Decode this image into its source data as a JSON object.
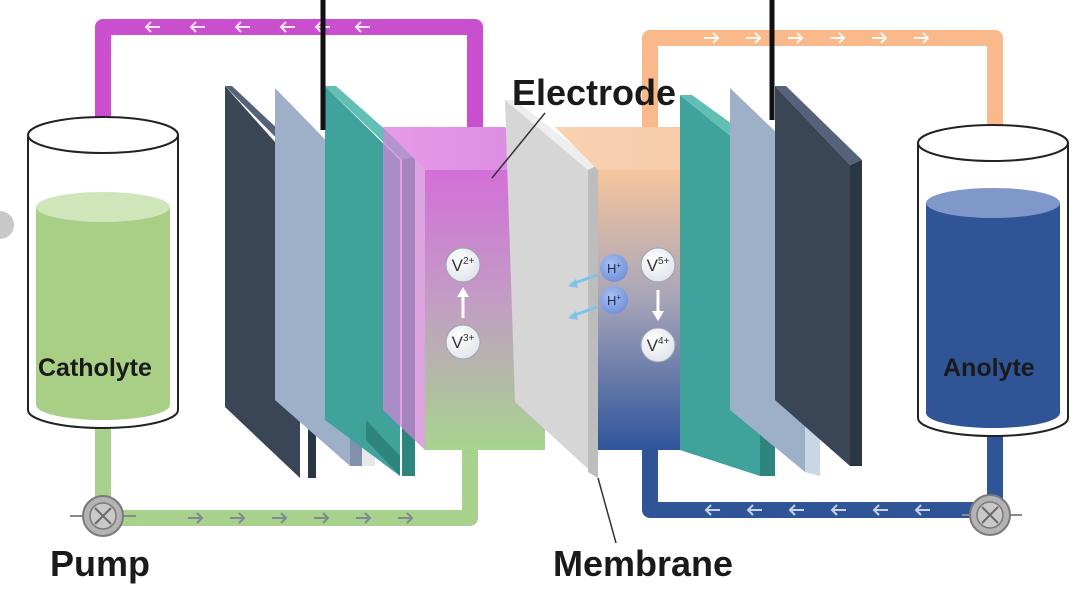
{
  "labels": {
    "electrode": "Electrode",
    "membrane": "Membrane",
    "pump": "Pump",
    "catholyte": "Catholyte",
    "anolyte": "Anolyte"
  },
  "ions": {
    "v2": {
      "base": "V",
      "charge": "2+"
    },
    "v3": {
      "base": "V",
      "charge": "3+"
    },
    "v5": {
      "base": "V",
      "charge": "5+"
    },
    "v4": {
      "base": "V",
      "charge": "4+"
    },
    "h_top": {
      "base": "H",
      "charge": "+"
    },
    "h_bottom": {
      "base": "H",
      "charge": "+"
    }
  },
  "colors": {
    "catholyte_loop": "#c94fcf",
    "anolyte_loop": "#f9b98a",
    "catholyte_liquid": "#a9cf86",
    "anolyte_liquid": "#2f5597",
    "return_pipe_left": "#a9d18e",
    "return_pipe_right": "#2f5597",
    "current_collector": "#3a4656",
    "bipolar_plate": "#9eb0c8",
    "frame": "#3fa39b",
    "membrane": "#d9d9d9"
  }
}
